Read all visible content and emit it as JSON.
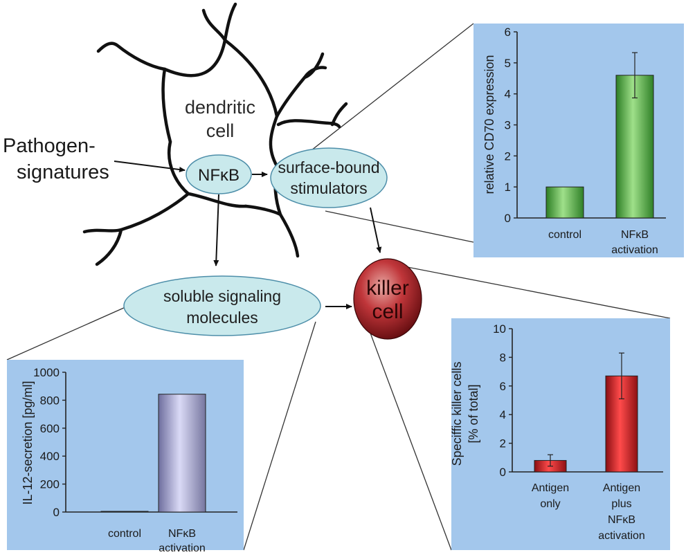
{
  "diagram": {
    "pathogen_label_line1": "Pathogen-",
    "pathogen_label_line2": "signatures",
    "cell_label_line1": "dendritic",
    "cell_label_line2": "cell",
    "nfkb_label": "NFκB",
    "surface_label_line1": "surface-bound",
    "surface_label_line2": "stimulators",
    "soluble_label_line1": "soluble signaling",
    "soluble_label_line2": "molecules",
    "killer_label_line1": "killer",
    "killer_label_line2": "cell",
    "colors": {
      "panel_bg": "#a3c7ec",
      "bubble_fill": "#c9e9ec",
      "killer_fill": "#b3262a",
      "green_bar": "#5cba45",
      "lavender_bar": "#b5b5e4",
      "red_bar": "#e51a20"
    }
  },
  "chart_data": [
    {
      "type": "bar",
      "ylabel": "relative CD70 expression",
      "ylim": [
        0,
        6
      ],
      "yticks": [
        "0",
        "1",
        "2",
        "3",
        "4",
        "5",
        "6"
      ],
      "categories": [
        [
          "control"
        ],
        [
          "NFκB",
          "activation"
        ]
      ],
      "values": [
        1.0,
        4.6
      ],
      "errors": [
        0,
        0.73
      ],
      "grid": false,
      "bar_color": "#5cba45"
    },
    {
      "type": "bar",
      "ylabel": "IL-12-secretion [pg/ml]",
      "ylim": [
        0,
        1000
      ],
      "yticks": [
        "0",
        "200",
        "400",
        "600",
        "800",
        "1000"
      ],
      "categories": [
        [
          "control"
        ],
        [
          "NFκB",
          "activation"
        ]
      ],
      "values": [
        2,
        843
      ],
      "errors": [
        0,
        0
      ],
      "grid": false,
      "bar_color": "#b5b5e4"
    },
    {
      "type": "bar",
      "ylabel": "Speciffic killer cells",
      "ylabel2": "[% of total]",
      "ylim": [
        0,
        10
      ],
      "yticks": [
        "0",
        "2",
        "4",
        "6",
        "8",
        "10"
      ],
      "categories": [
        [
          "Antigen",
          "only"
        ],
        [
          "Antigen",
          "plus",
          "NFκB",
          "activation"
        ]
      ],
      "values": [
        0.8,
        6.7
      ],
      "errors": [
        0.4,
        1.6
      ],
      "grid": false,
      "bar_color": "#e51a20"
    }
  ]
}
